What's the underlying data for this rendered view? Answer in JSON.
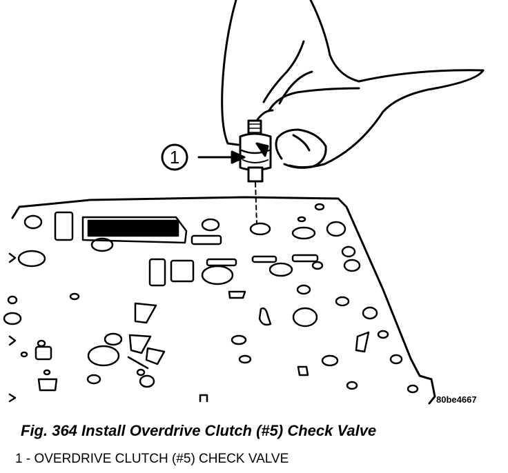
{
  "callout": {
    "number": "1"
  },
  "reference_code": "80be4667",
  "caption": "Fig. 364 Install Overdrive Clutch (#5) Check Valve",
  "legend": [
    {
      "text": "1 - OVERDRIVE CLUTCH (#5) CHECK VALVE"
    }
  ]
}
